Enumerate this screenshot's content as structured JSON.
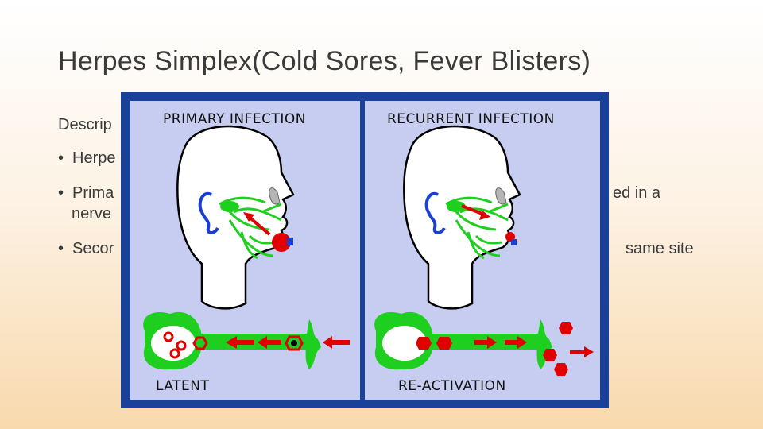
{
  "slide": {
    "title": "Herpes Simplex(Cold Sores,  Fever Blisters)",
    "desc_label": "Descrip",
    "bullets": [
      {
        "bullet": "•",
        "left_text": "Herpe",
        "right_text": ""
      },
      {
        "bullet": "•",
        "left_text": " Prima",
        "left_text_2": "nerve",
        "right_text": "ed in a"
      },
      {
        "bullet": "•",
        "left_text": " Secor",
        "right_text": "same site"
      }
    ]
  },
  "figure": {
    "primary_title": "PRIMARY  INFECTION",
    "recurrent_title": "RECURRENT  INFECTION",
    "latent_label": "LATENT",
    "reactivation_label": "RE-ACTIVATION",
    "colors": {
      "frame": "#19419a",
      "panel": "#c6cdf0",
      "nerve": "#1fcf1f",
      "virus": "#e00000",
      "ear": "#1a3fd4",
      "head_outline": "#000000"
    }
  }
}
